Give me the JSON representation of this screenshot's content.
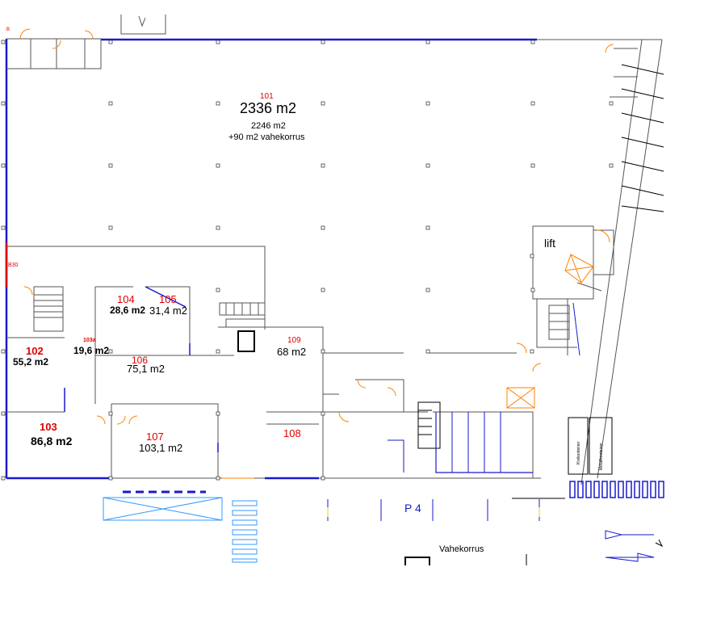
{
  "rooms": [
    {
      "id": "r101",
      "number": "101",
      "area": "2336 m2",
      "detail1": "2246 m2",
      "detail2": "+90 m2 vahekorrus"
    },
    {
      "id": "r102",
      "number": "102",
      "area": "55,2 m2"
    },
    {
      "id": "r103",
      "number": "103",
      "area": "86,8 m2"
    },
    {
      "id": "r103a",
      "number": "103a",
      "area": "19,6 m2"
    },
    {
      "id": "r104",
      "number": "104",
      "area": "28,6 m2"
    },
    {
      "id": "r105",
      "number": "105",
      "area": "31,4 m2"
    },
    {
      "id": "r106",
      "number": "106",
      "area": "75,1 m2"
    },
    {
      "id": "r107",
      "number": "107",
      "area": "103,1 m2"
    },
    {
      "id": "r108",
      "number": "108"
    },
    {
      "id": "r109",
      "number": "109",
      "area": "68 m2"
    }
  ],
  "labels": {
    "lift": "lift",
    "parking": "P 4",
    "mezzanine": "Vahekorrus",
    "axis_b": "B",
    "axis_b30": "B30",
    "container1": "Kivikonteiner",
    "container2": "Metallkonteiner"
  },
  "colors": {
    "wall": "#555555",
    "blue_wall": "#1a1acc",
    "door": "#ff8000",
    "cyan": "#3399ff",
    "red_wall": "#e00000"
  }
}
